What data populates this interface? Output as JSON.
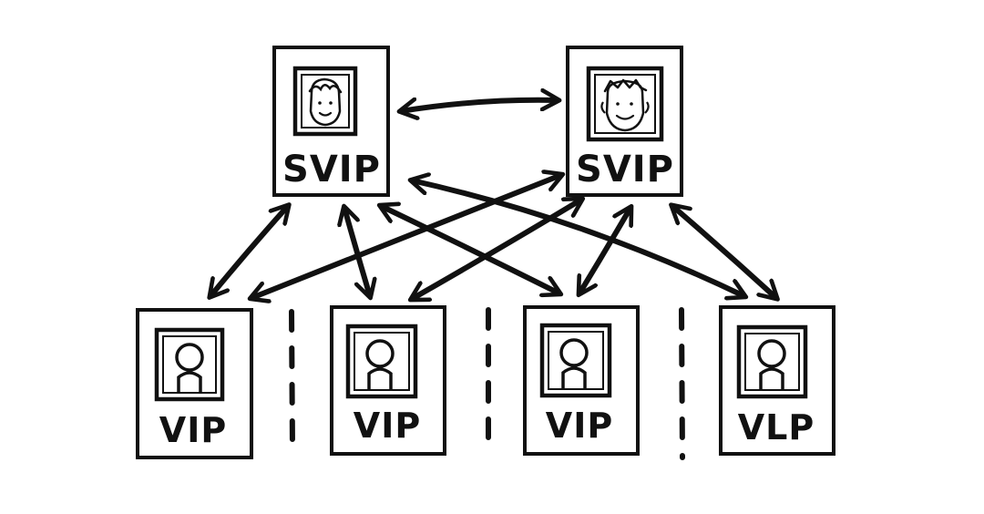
{
  "colors": {
    "ink": "#111111",
    "paper": "#ffffff"
  },
  "top_nodes": [
    {
      "id": "svip-1",
      "label": "SVIP",
      "icon": "person-portrait-icon"
    },
    {
      "id": "svip-2",
      "label": "SVIP",
      "icon": "person-portrait-icon"
    }
  ],
  "bottom_nodes": [
    {
      "id": "vip-1",
      "label": "VIP",
      "icon": "user-silhouette-icon"
    },
    {
      "id": "vip-2",
      "label": "VIP",
      "icon": "user-silhouette-icon"
    },
    {
      "id": "vip-3",
      "label": "VIP",
      "icon": "user-silhouette-icon"
    },
    {
      "id": "vip-4",
      "label": "VLP",
      "icon": "user-silhouette-icon"
    }
  ],
  "connections": [
    {
      "from": "svip-1",
      "to": "svip-2",
      "bidirectional": true
    },
    {
      "from": "svip-1",
      "to": "vip-1",
      "bidirectional": true
    },
    {
      "from": "svip-1",
      "to": "vip-2",
      "bidirectional": true
    },
    {
      "from": "svip-1",
      "to": "vip-3",
      "bidirectional": true
    },
    {
      "from": "svip-1",
      "to": "vip-4",
      "bidirectional": true
    },
    {
      "from": "svip-2",
      "to": "vip-1",
      "bidirectional": true
    },
    {
      "from": "svip-2",
      "to": "vip-2",
      "bidirectional": true
    },
    {
      "from": "svip-2",
      "to": "vip-3",
      "bidirectional": true
    },
    {
      "from": "svip-2",
      "to": "vip-4",
      "bidirectional": true
    }
  ],
  "separators": 3
}
